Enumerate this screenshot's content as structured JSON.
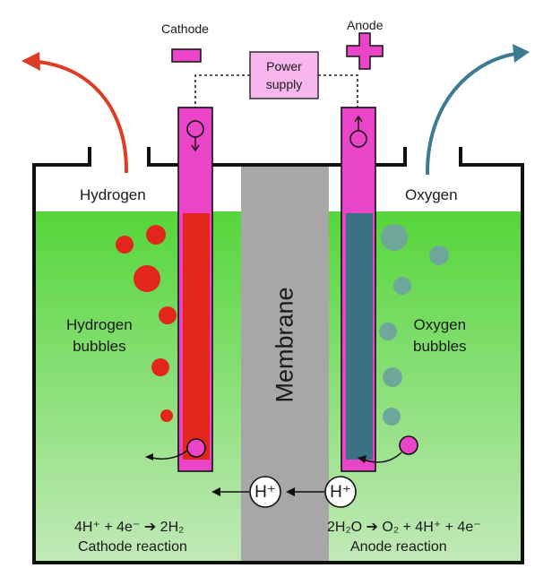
{
  "labels": {
    "cathode": "Cathode",
    "anode": "Anode",
    "power_line1": "Power",
    "power_line2": "supply",
    "hydrogen": "Hydrogen",
    "oxygen": "Oxygen",
    "hydrogen_bubbles_line1": "Hydrogen",
    "hydrogen_bubbles_line2": "bubbles",
    "oxygen_bubbles_line1": "Oxygen",
    "oxygen_bubbles_line2": "bubbles",
    "membrane": "Membrane",
    "h_ion": "H⁺",
    "cathode_equation": "4H⁺ + 4e⁻ ➔ 2H₂",
    "cathode_reaction": "Cathode reaction",
    "anode_equation": "2H₂O ➔ O₂ + 4H⁺ + 4e⁻",
    "anode_reaction": "Anode reaction"
  },
  "colors": {
    "electrolyte_top": "#55d63a",
    "electrolyte_bottom": "#bde8b4",
    "membrane": "#a7a7a7",
    "electrode_pink": "#ea44c8",
    "hydrogen_red": "#e3261c",
    "oxygen_teal": "#3b7185",
    "oxygen_bubble": "#6fa89a",
    "hydrogen_arrow": "#e03b25",
    "oxygen_arrow": "#3d7a94",
    "power_fill": "#f7b7ee"
  }
}
